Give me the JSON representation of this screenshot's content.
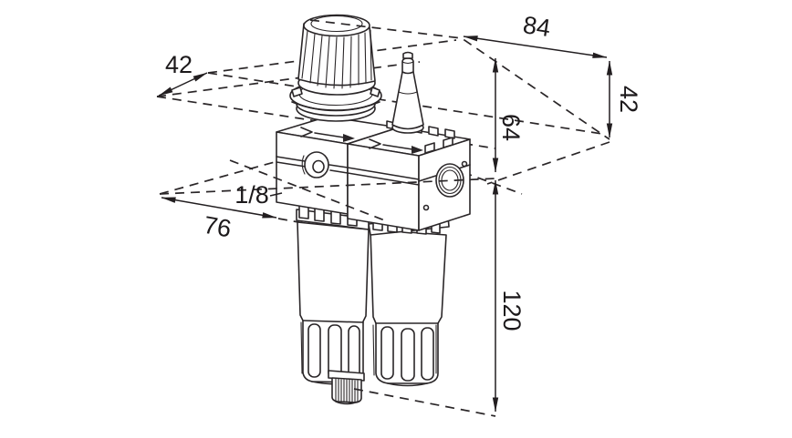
{
  "drawing": {
    "dimensions": {
      "depth_top": "42",
      "width_top": "84",
      "height_upper_right": "42",
      "height_mid_right": "64",
      "height_lower_right": "120",
      "width_bottom_left": "76",
      "port_size": "1/8"
    },
    "colors": {
      "line": "#2a2628",
      "background": "#ffffff"
    }
  }
}
